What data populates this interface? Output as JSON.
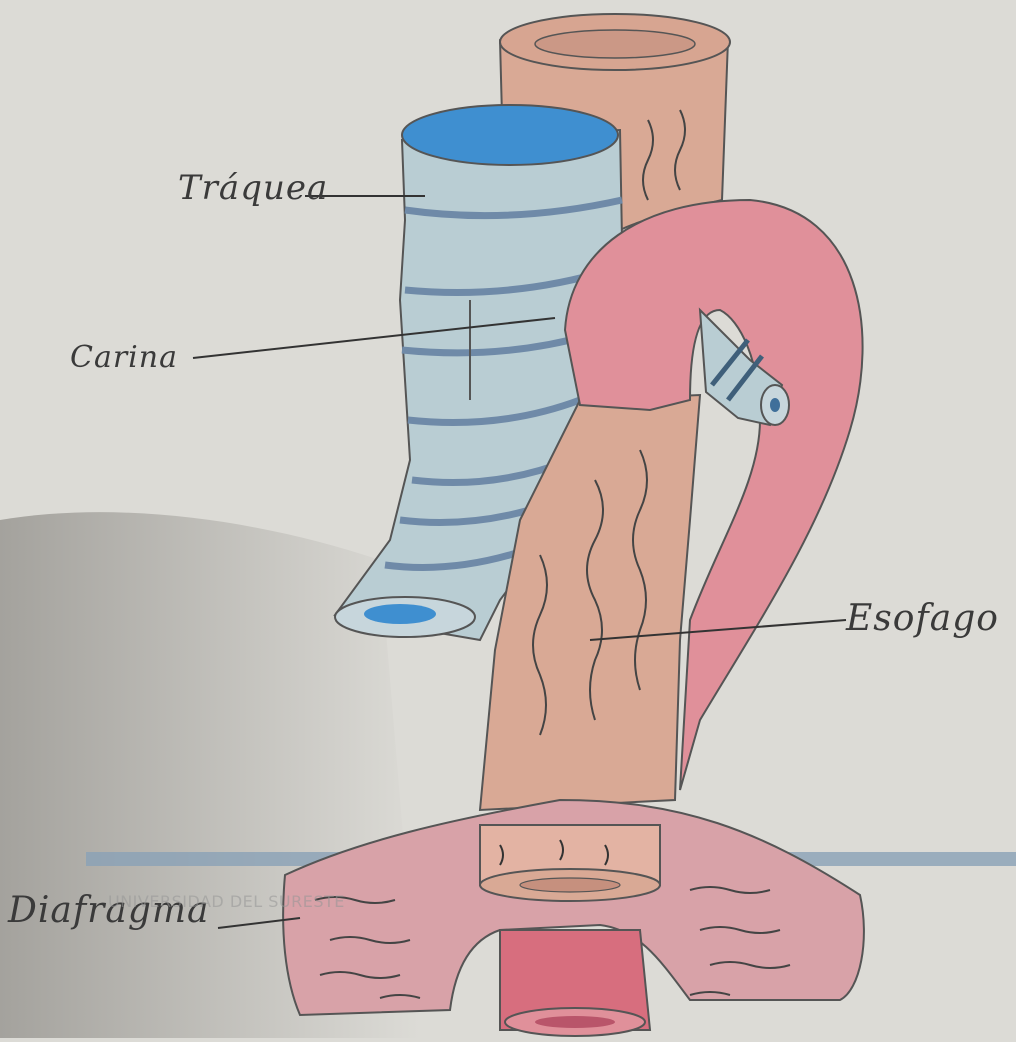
{
  "labels": {
    "trachea": "Tráquea",
    "carina": "Carina",
    "esophagus": "Esofago",
    "diaphragm": "Diafragma"
  },
  "watermark": "UNIVERSIDAD DEL SURESTE",
  "colors": {
    "paper": "#dcdbd6",
    "trachea_fill": "#b9cdd3",
    "trachea_lumen": "#3f8fd0",
    "esophagus_fill": "#d9a995",
    "aorta_fill": "#e0909a",
    "diaphragm_fill": "#d8a2a8",
    "ink": "#3a3a3a"
  }
}
